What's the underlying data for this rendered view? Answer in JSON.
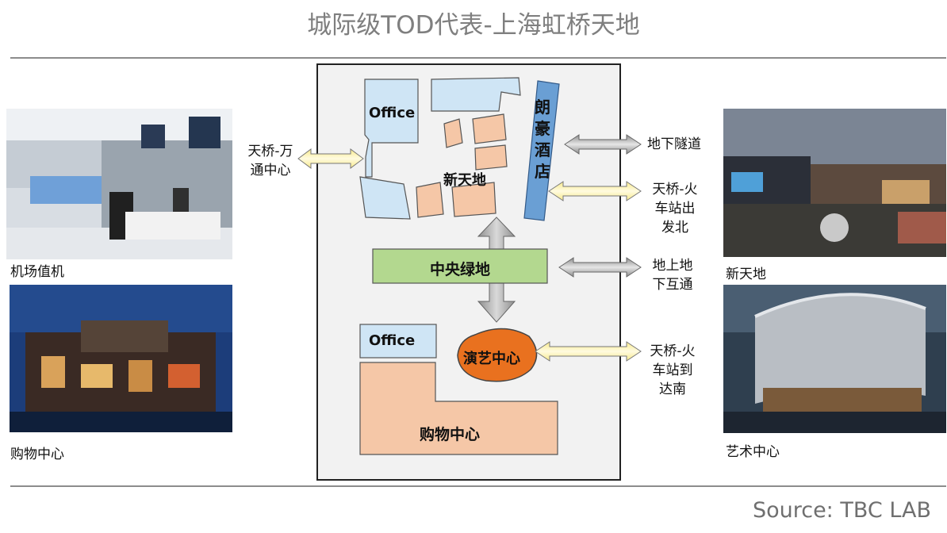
{
  "title": "城际级TOD代表-上海虹桥天地",
  "source": "Source: TBC LAB",
  "photos": {
    "airport_checkin": "机场值机",
    "shopping_mall": "购物中心",
    "xintiandi": "新天地",
    "arts_center": "艺术中心"
  },
  "map": {
    "office_top": "Office",
    "office_bottom": "Office",
    "xintiandi": "新天地",
    "langham": [
      "朗",
      "豪",
      "酒",
      "店"
    ],
    "central_green": "中央绿地",
    "performing_arts": "演艺中心",
    "shopping": "购物中心"
  },
  "connections": {
    "skybridge_wanda": [
      "天桥-万",
      "通中心"
    ],
    "underground_tunnel": "地下隧道",
    "skybridge_north": [
      "天桥-火",
      "车站出",
      "发北"
    ],
    "ground_underground": [
      "地上地",
      "下互通"
    ],
    "skybridge_south": [
      "天桥-火",
      "车站到",
      "达南"
    ]
  },
  "colors": {
    "office_blue": "#cfe5f5",
    "shop_orange": "#f5c7a7",
    "hotel_blue": "#6a9fd4",
    "green": "#b3d88f",
    "arts_orange": "#e9711f",
    "arrow_yellow": "#fbf3b0",
    "arrow_gray": "#a9a9a9"
  }
}
